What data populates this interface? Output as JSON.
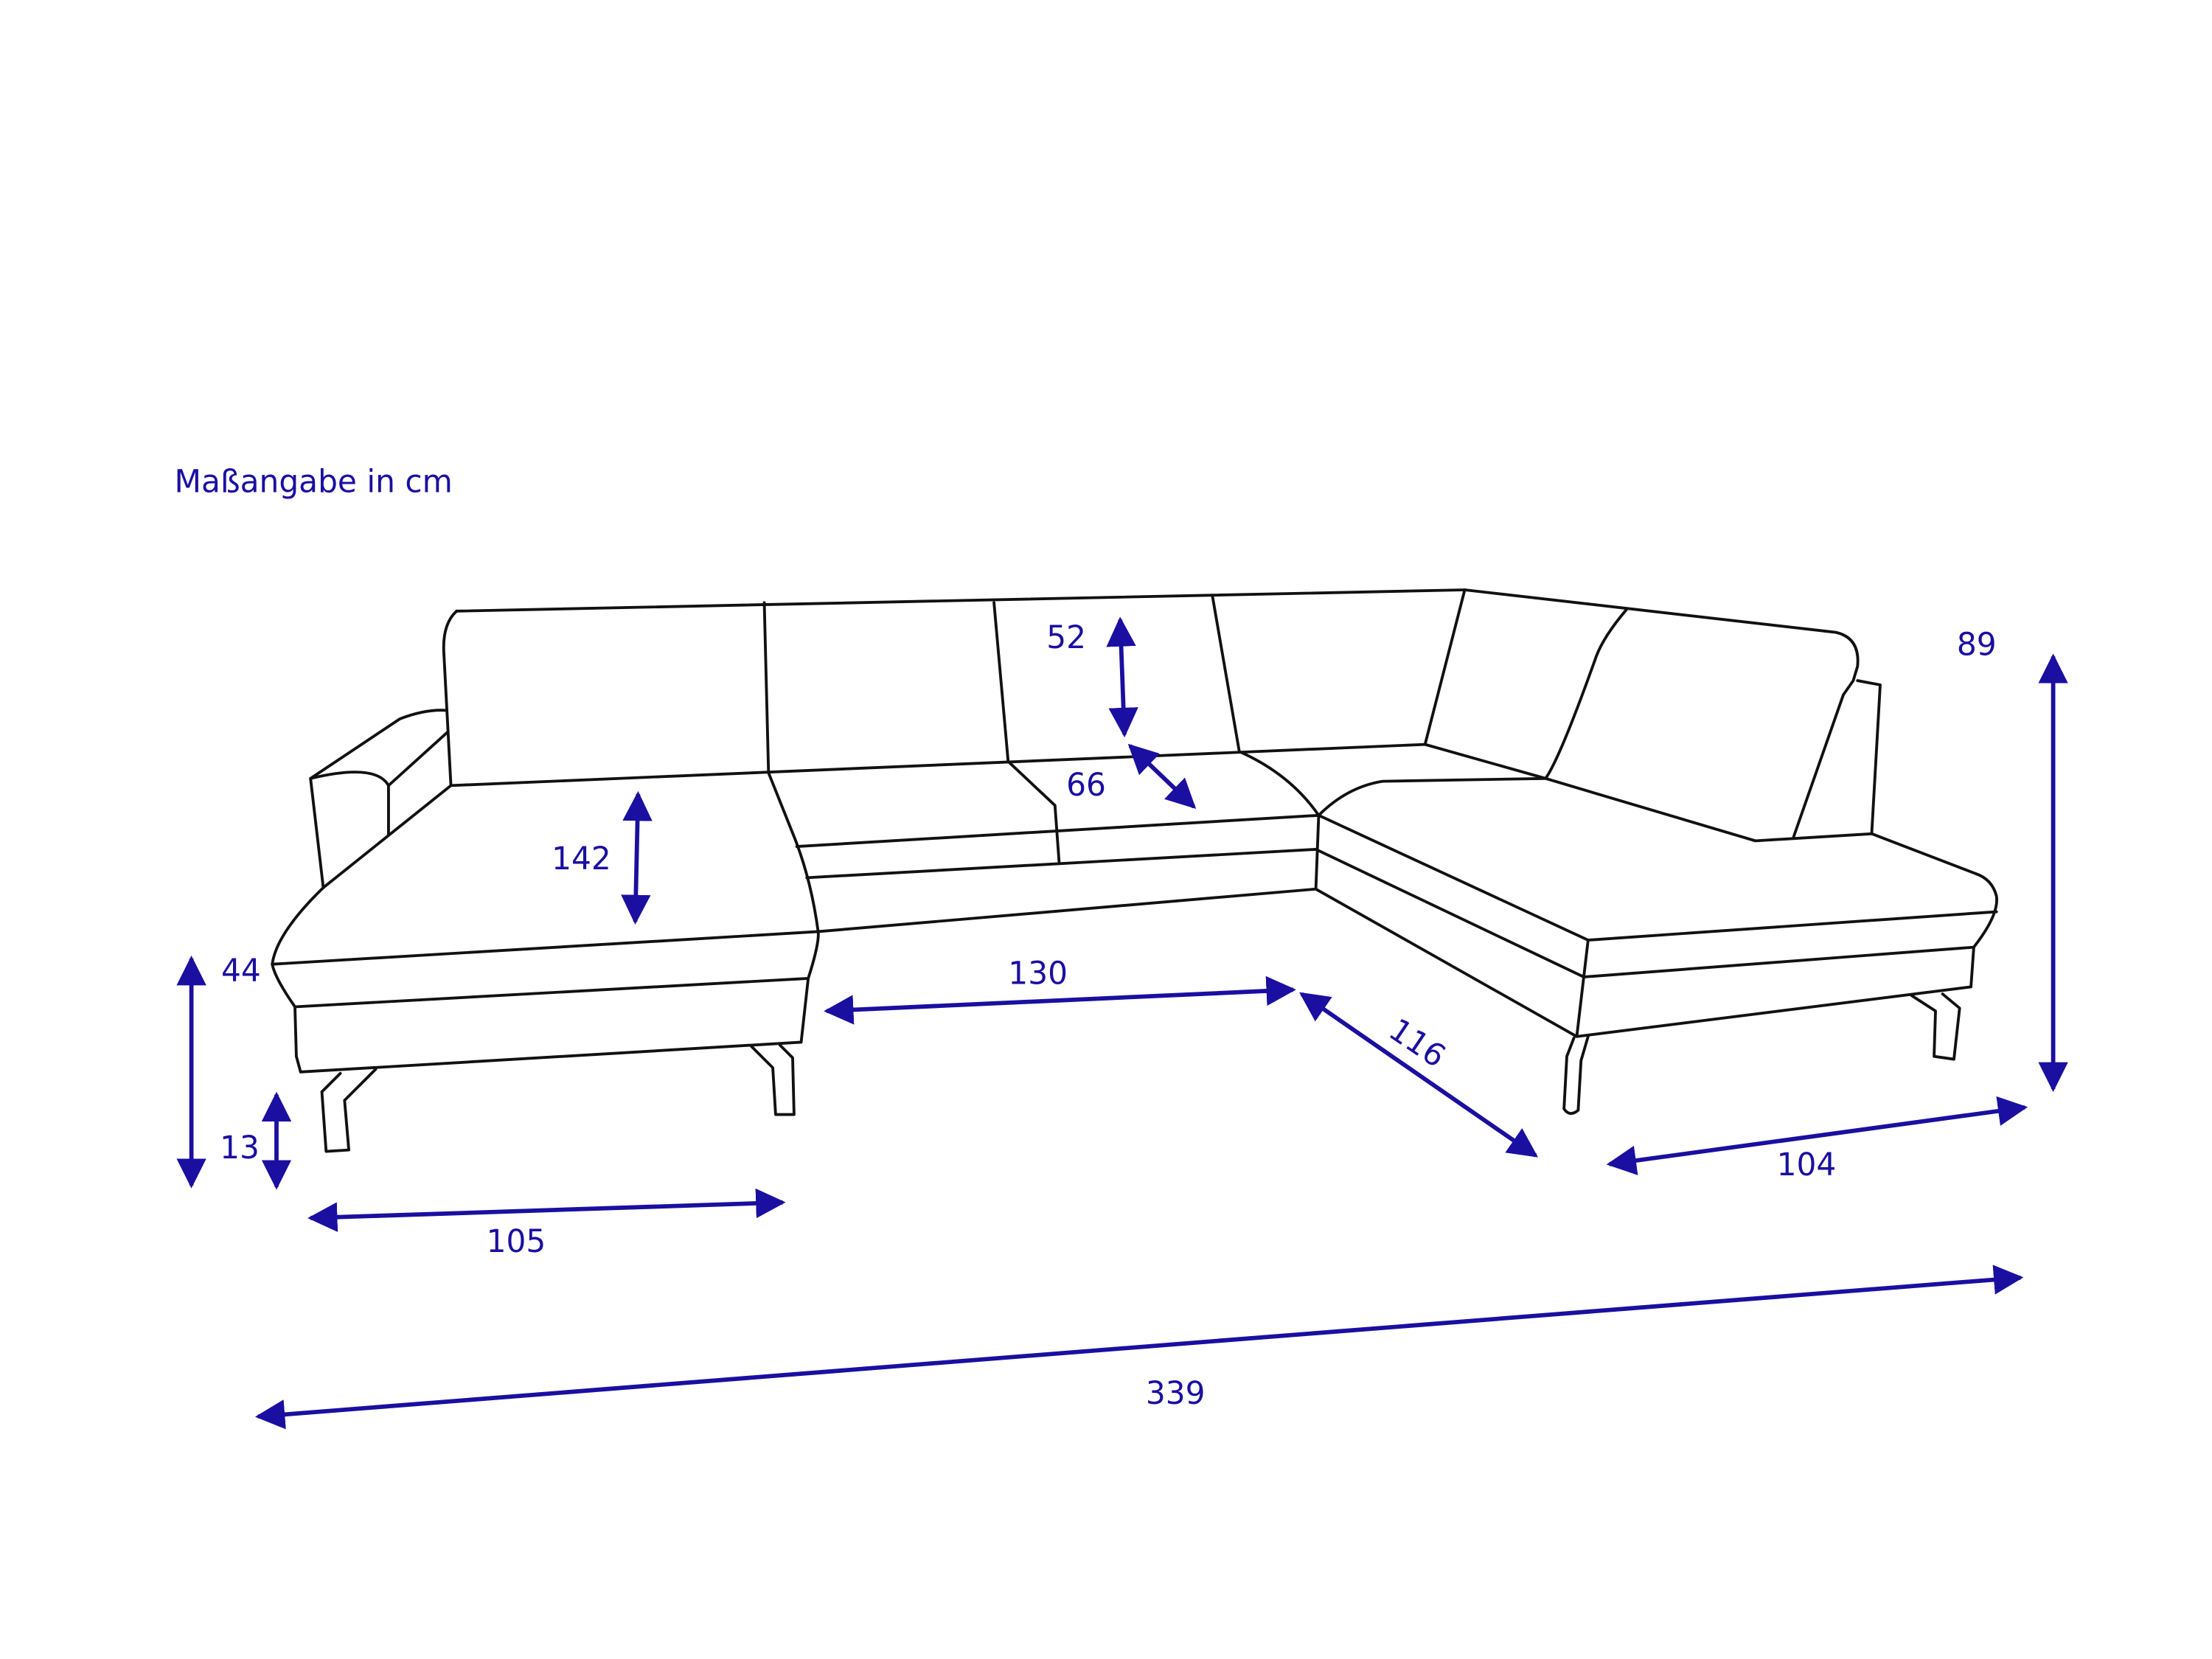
{
  "title": "Maßangabe in cm",
  "dimensions": {
    "backrest_height": "52",
    "seat_depth_inner": "66",
    "chaise_depth": "142",
    "seat_height": "44",
    "leg_height": "13",
    "chaise_width": "105",
    "middle_width": "130",
    "corner_width": "116",
    "right_width": "104",
    "total_height": "89",
    "total_width": "339"
  },
  "colors": {
    "dimension": "#1a0fa0",
    "outline": "#111111"
  }
}
